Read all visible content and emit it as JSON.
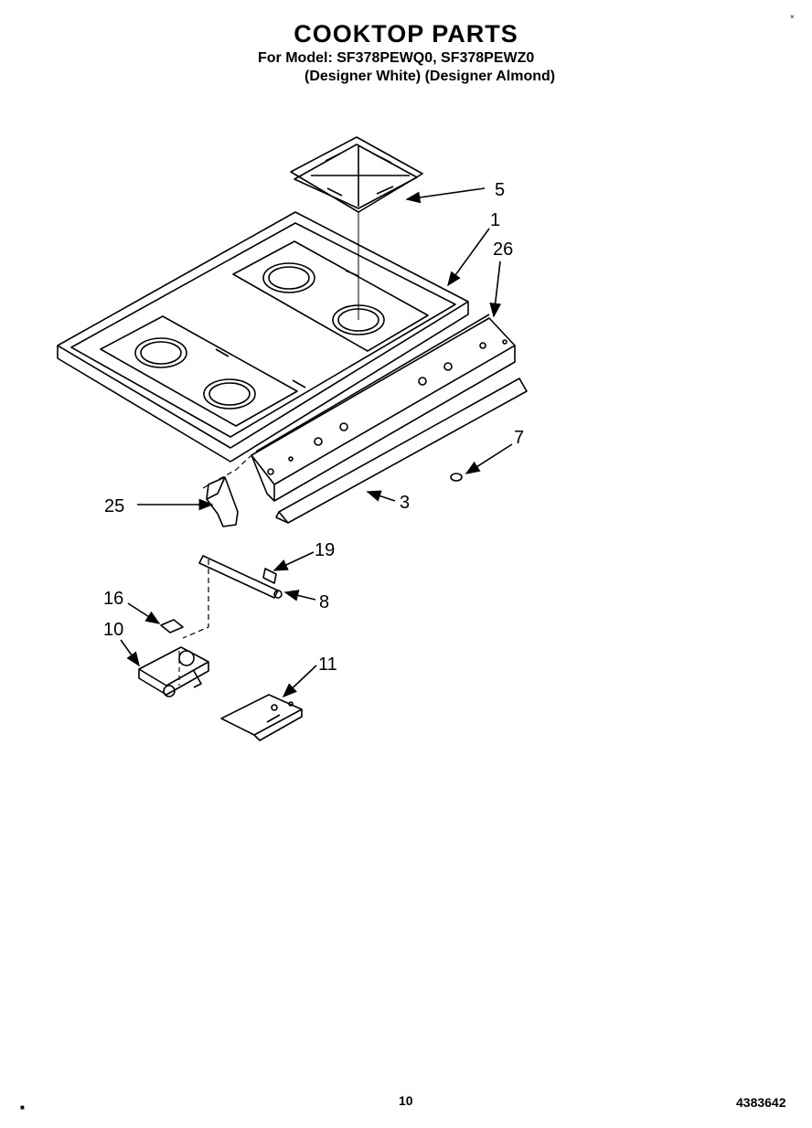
{
  "header": {
    "title": "COOKTOP PARTS",
    "model_line": "For Model: SF378PEWQ0, SF378PEWZ0",
    "variant_line": "(Designer White) (Designer Almond)"
  },
  "callouts": {
    "c5": "5",
    "c1": "1",
    "c26": "26",
    "c7": "7",
    "c25": "25",
    "c3": "3",
    "c19": "19",
    "c8": "8",
    "c16": "16",
    "c10": "10",
    "c11": "11"
  },
  "footer": {
    "page_number": "10",
    "document_number": "4383642"
  },
  "marks": {
    "top_right": "×",
    "bottom_left": "■"
  }
}
